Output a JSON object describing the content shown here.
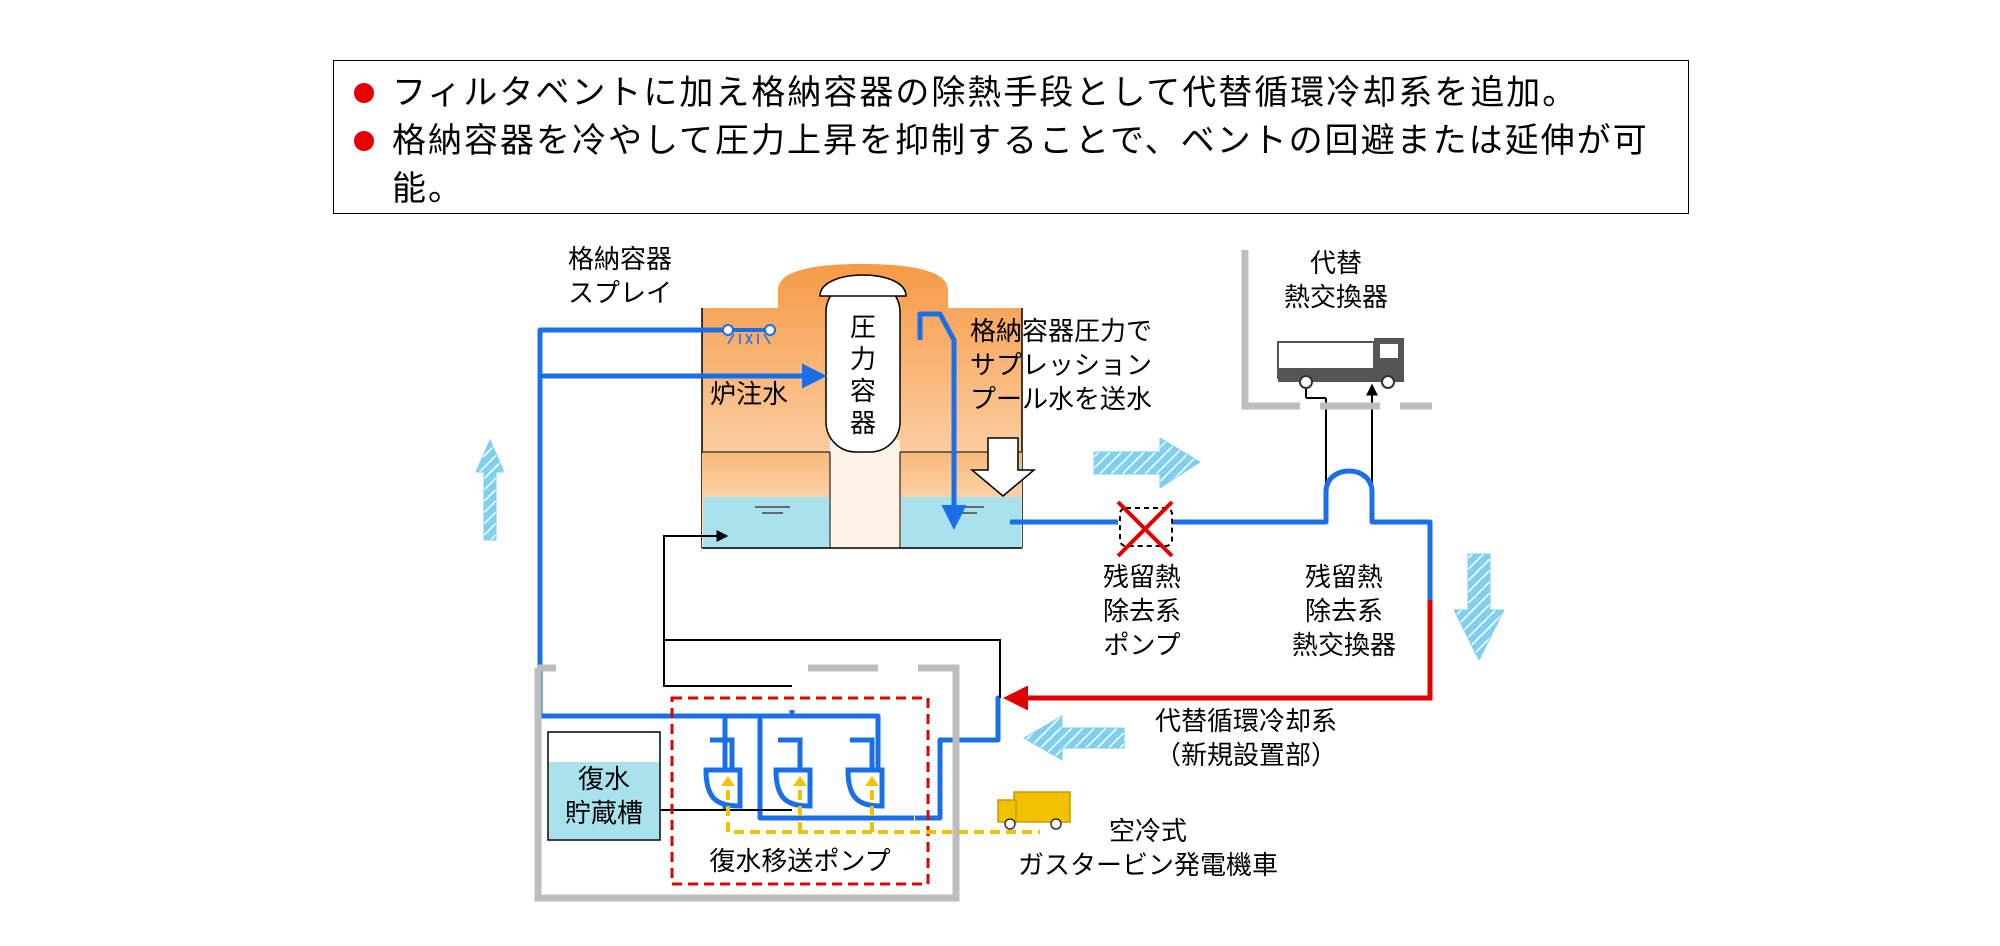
{
  "banner": {
    "bullets": [
      "フィルタベントに加え格納容器の除熱手段として代替循環冷却系を追加。",
      "格納容器を冷やして圧力上昇を抑制することで、ベントの回避または延伸が可能。"
    ]
  },
  "labels": {
    "spray_line1": "格納容器",
    "spray_line2": "スプレイ",
    "injection": "炉注水",
    "rpv_chars": [
      "圧",
      "力",
      "容",
      "器"
    ],
    "suppression_line1": "格納容器圧力で",
    "suppression_line2": "サプレッション",
    "suppression_line3": "プール水を送水",
    "alt_hx_line1": "代替",
    "alt_hx_line2": "熱交換器",
    "rhr_pump_line1": "残留熱",
    "rhr_pump_line2": "除去系",
    "rhr_pump_line3": "ポンプ",
    "rhr_hx_line1": "残留熱",
    "rhr_hx_line2": "除去系",
    "rhr_hx_line3": "熱交換器",
    "alt_cooling_line1": "代替循環冷却系",
    "alt_cooling_line2": "（新規設置部）",
    "tank_line1": "復水",
    "tank_line2": "貯蔵槽",
    "transfer_pumps": "復水移送ポンプ",
    "gen_line1": "空冷式",
    "gen_line2": "ガスタービン発電機車"
  },
  "colors": {
    "bullet": "#e60000",
    "water_line": "#1a6fe8",
    "new_line": "#e00000",
    "power_line": "#f2c200",
    "pool_water": "#a9e1ec",
    "container_orange": "#f79a46",
    "wall_gray": "#bdbdbd"
  }
}
